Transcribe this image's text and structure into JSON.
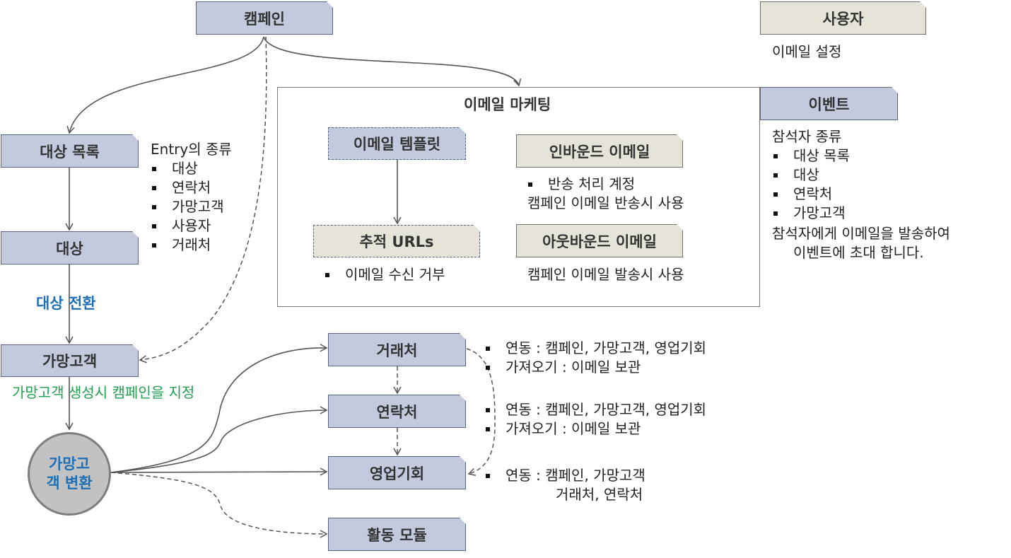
{
  "nodes": {
    "campaign": "캠페인",
    "user": "사용자",
    "target_list": "대상 목록",
    "target": "대상",
    "prospect": "가망고객",
    "account": "거래처",
    "contact": "연락처",
    "opportunity": "영업기회",
    "activity": "활동 모듈",
    "event": "이벤트",
    "email_template": "이메일 템플릿",
    "tracking_urls": "추적 URLs",
    "inbound_email": "인바운드 이메일",
    "outbound_email": "아웃바운드 이메일",
    "prospect_convert": "가망고객 변환"
  },
  "email_marketing": {
    "title": "이메일 마케팅"
  },
  "user_note": "이메일 설정",
  "entry_types": {
    "title": "Entry의 종류",
    "items": [
      "대상",
      "연락처",
      "가망고객",
      "사용자",
      "거래처"
    ]
  },
  "target_convert_label": "대상 전환",
  "prospect_campaign_note": "가망고객 생성시 캠페인을 지정",
  "tracking_notes": [
    "이메일 수신 거부"
  ],
  "inbound_notes": {
    "items": [
      "반송 처리 계정"
    ],
    "text": "캠페인 이메일 반송시 사용"
  },
  "outbound_note": "캠페인 이메일 발송시 사용",
  "event_notes": {
    "title": "참석자 종류",
    "items": [
      "대상 목록",
      "대상",
      "연락처",
      "가망고객"
    ],
    "line1": "참석자에게 이메일을 발송하여",
    "line2": "이벤트에 초대 합니다."
  },
  "account_notes": [
    "연동 : 캠페인, 가망고객, 영업기회",
    "가져오기 : 이메일 보관"
  ],
  "contact_notes": [
    "연동 : 캠페인, 가망고객, 영업기회",
    "가져오기 : 이메일 보관"
  ],
  "opportunity_notes": {
    "items": [
      "연동 : 캠페인, 가망고객"
    ],
    "cont": "거래처, 연락처"
  }
}
